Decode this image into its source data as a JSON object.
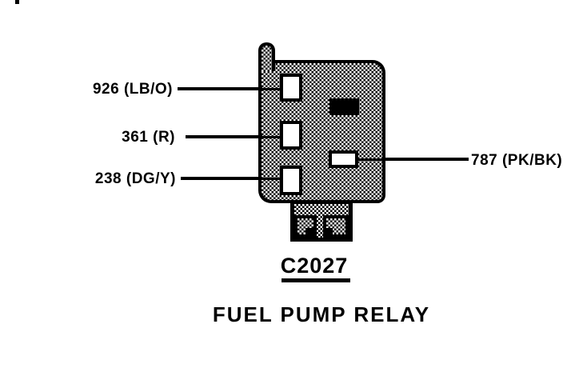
{
  "page": {
    "background_color": "#ffffff",
    "line_color": "#000000"
  },
  "diagram": {
    "connector_id": "C2027",
    "connector_name": "FUEL PUMP RELAY",
    "fill": {
      "pattern": "50-percent-black-dither",
      "pattern_colors": [
        "#000000",
        "#ffffff"
      ]
    },
    "left_pins": [
      {
        "circuit": "926",
        "wire_color_code": "LB/O",
        "label": "926 (LB/O)"
      },
      {
        "circuit": "361",
        "wire_color_code": "R",
        "label": "361 (R)"
      },
      {
        "circuit": "238",
        "wire_color_code": "DG/Y",
        "label": "238 (DG/Y)"
      }
    ],
    "right_pins": [
      {
        "circuit": "787",
        "wire_color_code": "PK/BK",
        "label": "787 (PK/BK)"
      }
    ]
  }
}
